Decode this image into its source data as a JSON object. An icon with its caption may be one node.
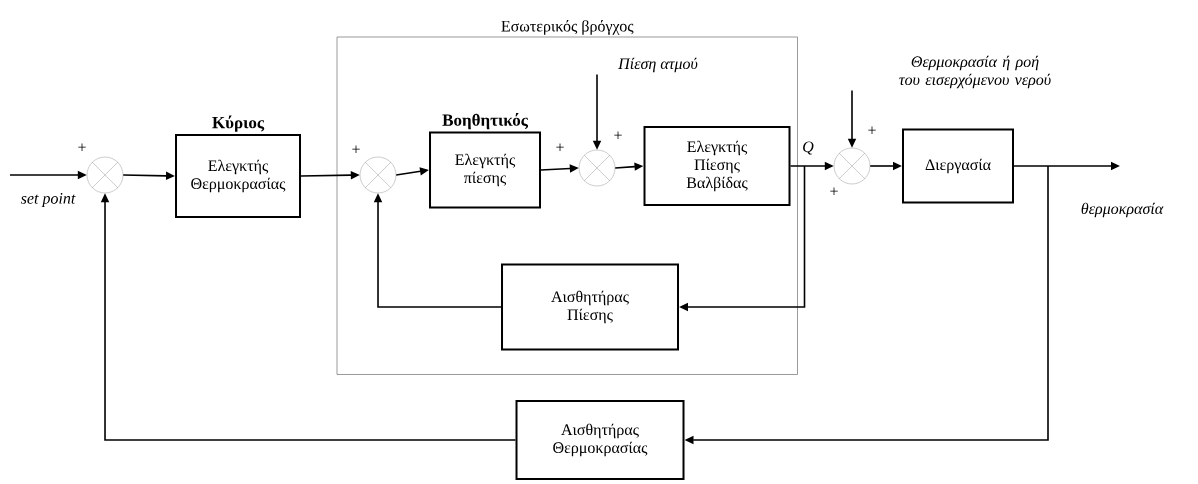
{
  "diagram": {
    "nodes": [
      {
        "text": [
          "Εσωτερικός βρόγχος"
        ]
      },
      {
        "text": [],
        "shape": "circle"
      },
      {
        "text": [
          "Κύριος",
          "Ελεγκτής Θερμοκρασίας"
        ]
      },
      {
        "text": [],
        "shape": "circle",
        "in": 0
      },
      {
        "text": [
          "Βοηθητικός",
          "Ελεγκτής πίεσης"
        ],
        "in": 0
      },
      {
        "text": [],
        "shape": "circle",
        "in": 0
      },
      {
        "text": [
          "Ελεγκτής Πίεσης Βαλβίδας"
        ],
        "in": 0
      },
      {
        "text": [
          "Αισθητήρας Πίεσης"
        ],
        "in": 0
      },
      {
        "text": [],
        "shape": "circle"
      },
      {
        "text": [
          "Διεργασία"
        ]
      },
      {
        "text": [
          "Αισθητήρας Θερμοκρασίας"
        ]
      },
      {
        "text": [
          "Πίεση ατμού"
        ],
        "in": 0
      },
      {
        "text": [
          "Θερμοκρασία ή ροή του εισερχόμενου νερού"
        ]
      }
    ],
    "edges": [
      {
        "from": null,
        "to": 1,
        "arrow": "to"
      },
      {
        "from": 1,
        "to": 2,
        "arrow": "to"
      },
      {
        "from": 2,
        "to": 3,
        "arrow": "to"
      },
      {
        "from": 3,
        "to": 4,
        "arrow": "to"
      },
      {
        "from": 4,
        "to": 5,
        "arrow": "to"
      },
      {
        "from": 11,
        "to": 5,
        "arrow": "to"
      },
      {
        "from": 5,
        "to": 6,
        "arrow": "to"
      },
      {
        "from": 6,
        "to": 8,
        "arrow": "to"
      },
      {
        "from": 6,
        "to": 7,
        "arrow": "to"
      },
      {
        "from": 7,
        "to": 3,
        "arrow": "to"
      },
      {
        "from": 12,
        "to": 8,
        "arrow": "to"
      },
      {
        "from": 8,
        "to": 9,
        "arrow": "to"
      },
      {
        "from": 9,
        "to": null,
        "arrow": "to"
      },
      {
        "from": 9,
        "to": 10,
        "arrow": "to"
      },
      {
        "from": 10,
        "to": 1,
        "arrow": "to"
      }
    ],
    "labels": [
      "+",
      "set point",
      "+",
      "+",
      "+",
      "Q",
      "+",
      "+",
      "θερμοκρασία"
    ]
  }
}
